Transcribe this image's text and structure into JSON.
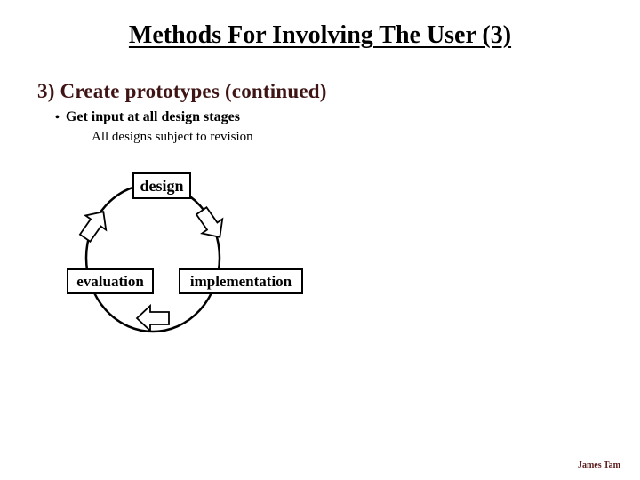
{
  "slide": {
    "title": "Methods For Involving The User (3)",
    "heading": "3) Create prototypes (continued)",
    "bullet_marker": "•",
    "bullet": "Get input at all design stages",
    "subtext": "All designs subject to revision",
    "footer": "James Tam"
  },
  "colors": {
    "background": "#ffffff",
    "text": "#000000",
    "heading": "#3f1414",
    "footer": "#5a1a1a",
    "diagram_stroke": "#000000",
    "node_fill": "#ffffff"
  },
  "diagram": {
    "type": "cycle",
    "direction": "clockwise",
    "nodes": [
      {
        "id": "design",
        "label": "design",
        "position": "top"
      },
      {
        "id": "implementation",
        "label": "implementation",
        "position": "bottom-right"
      },
      {
        "id": "evaluation",
        "label": "evaluation",
        "position": "bottom-left"
      }
    ],
    "edges": [
      {
        "from": "design",
        "to": "implementation"
      },
      {
        "from": "implementation",
        "to": "evaluation"
      },
      {
        "from": "evaluation",
        "to": "design"
      }
    ]
  }
}
